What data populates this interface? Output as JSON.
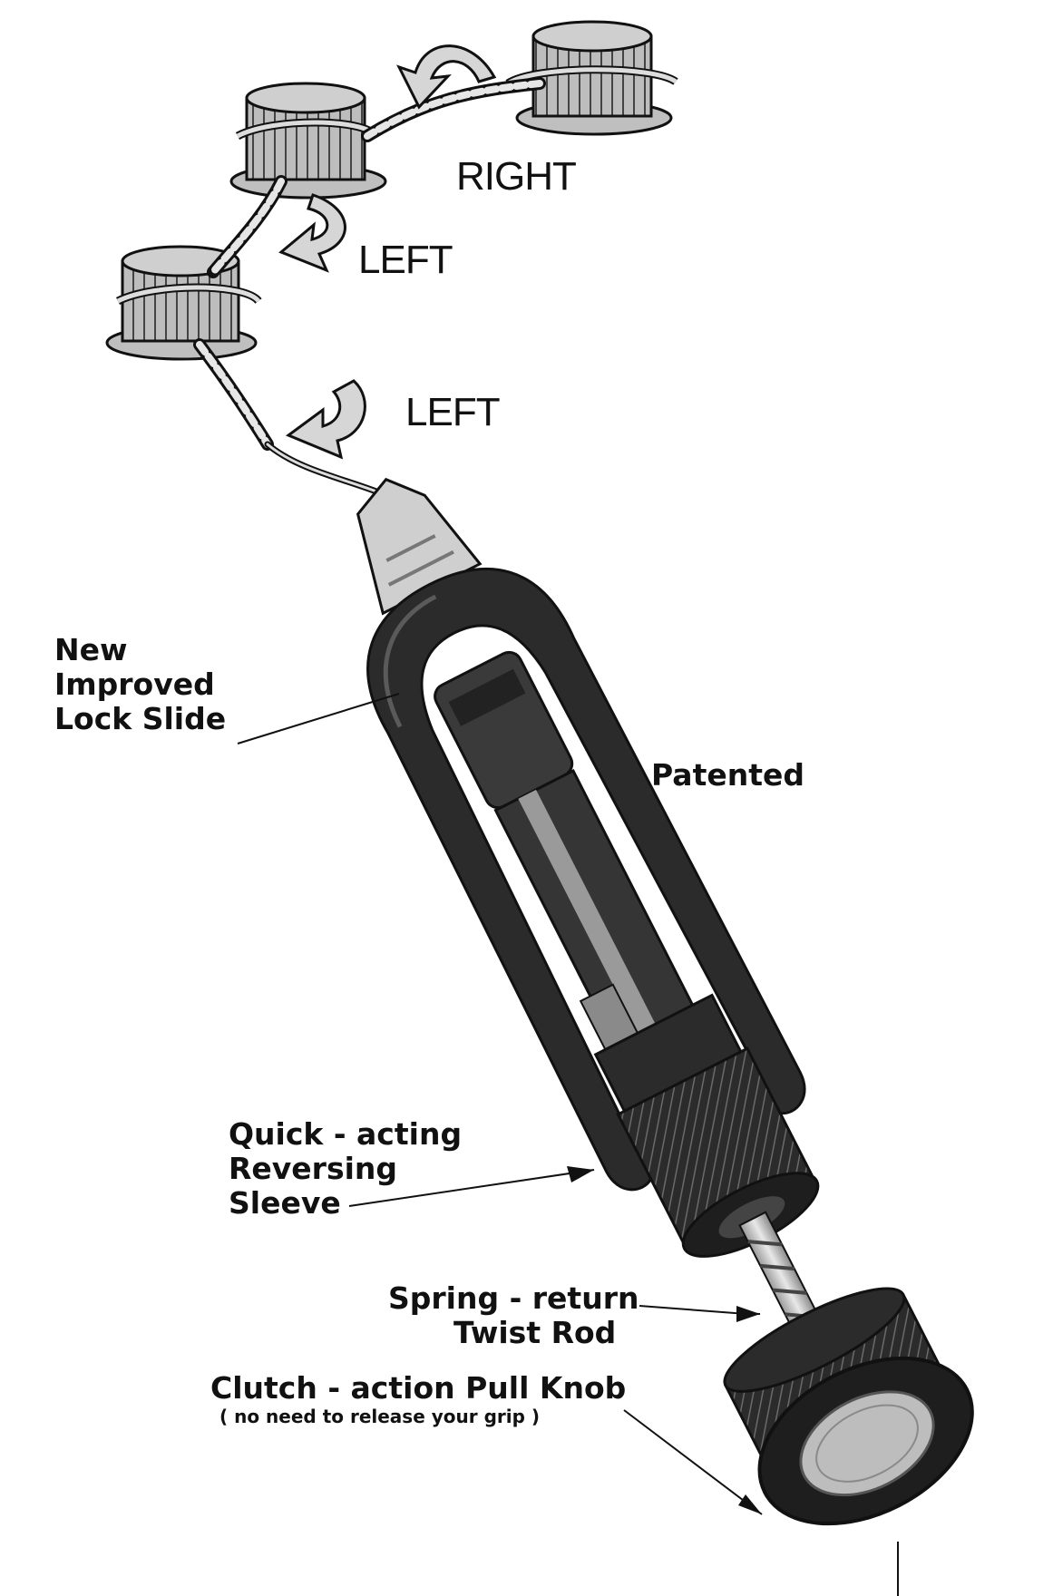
{
  "directions": {
    "right": "RIGHT",
    "left_upper": "LEFT",
    "left_lower": "LEFT"
  },
  "callouts": {
    "lock_slide": [
      "New",
      "Improved",
      "Lock Slide"
    ],
    "patented": "Patented",
    "reversing_sleeve": [
      "Quick - acting",
      "Reversing",
      "Sleeve"
    ],
    "twist_rod": [
      "Spring - return",
      "Twist Rod"
    ],
    "pull_knob": {
      "title": "Clutch - action Pull Knob",
      "note": "( no need to release your grip )"
    }
  },
  "colors": {
    "ink": "#111111",
    "tool_dark": "#2b2b2b",
    "tool_mid": "#4a4a4a",
    "metal_light": "#c8c8c8",
    "arrow_fill": "#d6d6d6"
  }
}
